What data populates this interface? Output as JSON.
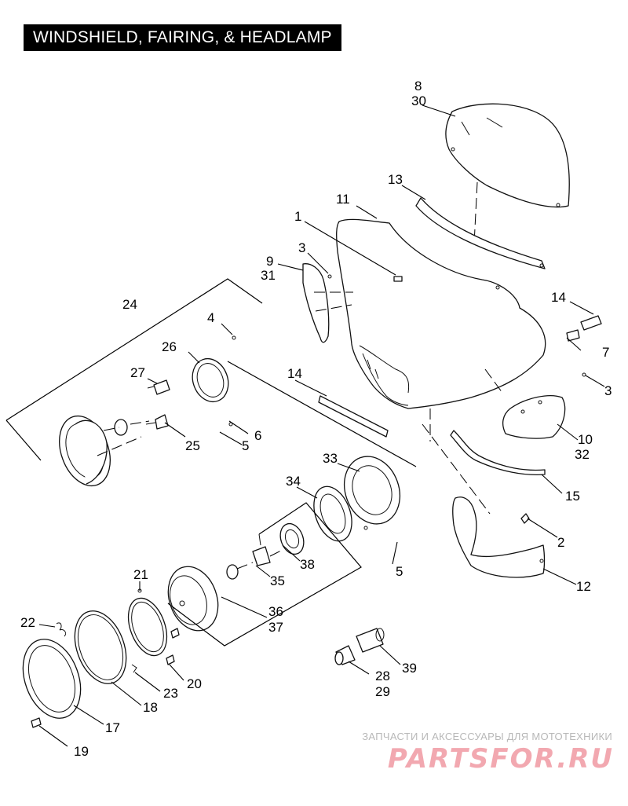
{
  "title": "WINDSHIELD, FAIRING, & HEADLAMP",
  "callouts": {
    "c1": "1",
    "c2": "2",
    "c3a": "3",
    "c3b": "3",
    "c4": "4",
    "c5a": "5",
    "c5b": "5",
    "c6": "6",
    "c7": "7",
    "c8": "8",
    "c9": "9",
    "c10": "10",
    "c11": "11",
    "c12": "12",
    "c13": "13",
    "c14a": "14",
    "c14b": "14",
    "c15": "15",
    "c17": "17",
    "c18": "18",
    "c19": "19",
    "c20": "20",
    "c21": "21",
    "c22": "22",
    "c23": "23",
    "c24": "24",
    "c25": "25",
    "c26": "26",
    "c27": "27",
    "c28": "28",
    "c29": "29",
    "c30": "30",
    "c31": "31",
    "c32": "32",
    "c33": "33",
    "c34": "34",
    "c35": "35",
    "c36": "36",
    "c37": "37",
    "c38": "38",
    "c39": "39"
  },
  "watermark": {
    "caption": "ЗАПЧАСТИ И АКСЕССУАРЫ ДЛЯ МОТОТЕХНИКИ",
    "logo": "PARTSFOR.RU"
  }
}
